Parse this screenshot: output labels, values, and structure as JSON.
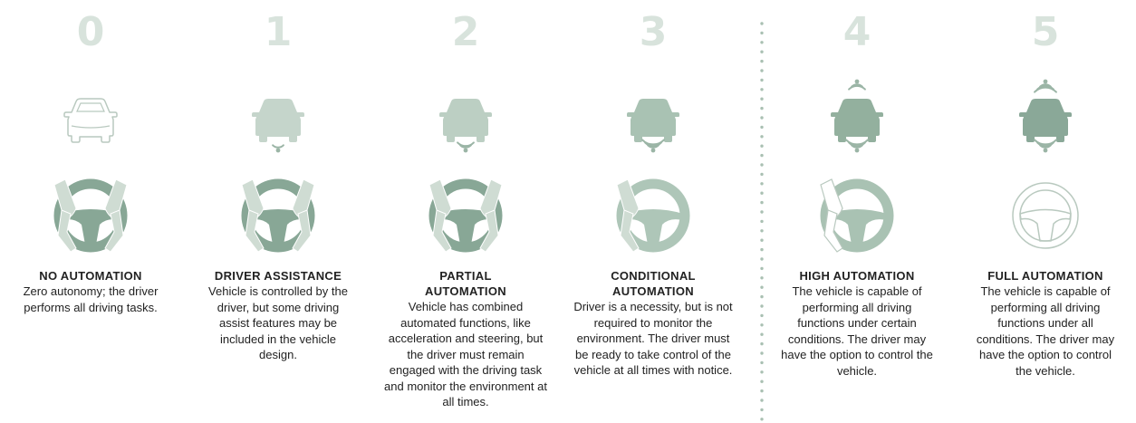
{
  "colors": {
    "number": "#d8e3dc",
    "car_outline": "#b9c9bf",
    "level_shades": [
      "#ffffff",
      "#c5d5cb",
      "#bccfc3",
      "#a9c2b3",
      "#93b09e",
      "#8aa898"
    ],
    "wheel_dark": "#88a796",
    "hands": "#cfdcd3",
    "signal": "#9bb5a6",
    "divider": "#a9c0b2"
  },
  "levels": [
    {
      "number": "0",
      "title": "NO AUTOMATION",
      "description": "Zero autonomy; the driver performs all driving tasks."
    },
    {
      "number": "1",
      "title": "DRIVER ASSISTANCE",
      "description": "Vehicle is controlled by the driver, but some driving assist features may be included in the vehicle design."
    },
    {
      "number": "2",
      "title": "PARTIAL AUTOMATION",
      "description": "Vehicle has combined automated functions, like acceleration and steering, but the driver must remain engaged with the driving task and monitor the environment at all times."
    },
    {
      "number": "3",
      "title": "CONDITIONAL AUTOMATION",
      "description": "Driver is a necessity, but is not required to monitor the environment. The driver must be ready to take control of the vehicle at all times with notice."
    },
    {
      "number": "4",
      "title": "HIGH AUTOMATION",
      "description": "The vehicle is capable of performing all driving functions under certain conditions. The driver may have the option to control the vehicle."
    },
    {
      "number": "5",
      "title": "FULL AUTOMATION",
      "description": "The vehicle is capable of performing all driving functions under all conditions. The driver may have the option to control the vehicle."
    }
  ]
}
